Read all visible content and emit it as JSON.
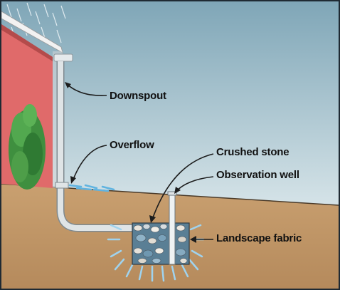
{
  "labels": {
    "downspout": "Downspout",
    "overflow": "Overflow",
    "crushed_stone": "Crushed stone",
    "observation_well": "Observation well",
    "landscape_fabric": "Landscape fabric"
  },
  "colors": {
    "sky_top": "#7fa6b7",
    "sky_bottom": "#d9e6ea",
    "soil": "#c49b6a",
    "house_wall": "#e06a6a",
    "pipe": "#d6dbde",
    "water": "#5fb3e0",
    "shrub": "#3f8f3f",
    "text": "#111111"
  }
}
